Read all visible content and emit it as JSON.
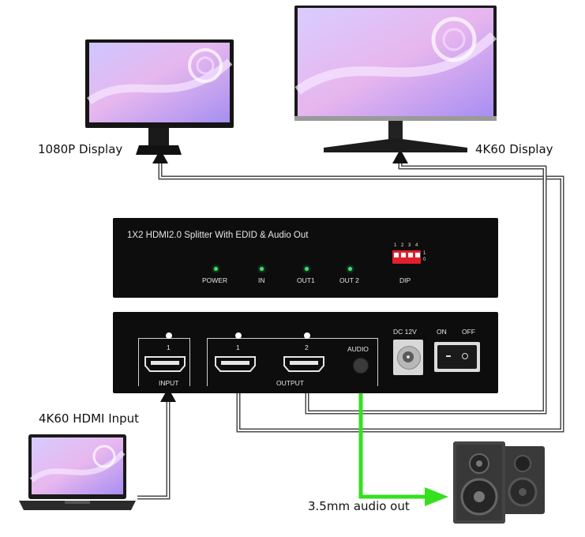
{
  "labels": {
    "display_1080p": "1080P Display",
    "display_4k60": "4K60 Display",
    "hdmi_input": "4K60 HDMI Input",
    "audio_out": "3.5mm audio out"
  },
  "front_panel": {
    "title": "1X2 HDMI2.0 Splitter With EDID & Audio Out",
    "leds": [
      "POWER",
      "IN",
      "OUT1",
      "OUT 2"
    ],
    "dip_numbers": [
      "1",
      "2",
      "3",
      "4"
    ],
    "dip_states": [
      "1",
      "0"
    ],
    "dip_label": "DIP"
  },
  "back_panel": {
    "input_port_num": "1",
    "input_label": "INPUT",
    "output_port_1": "1",
    "output_port_2": "2",
    "output_label": "OUTPUT",
    "audio_label": "AUDIO",
    "dc_label": "DC 12V",
    "on_label": "ON",
    "off_label": "OFF"
  },
  "colors": {
    "device": "#0d0d0d",
    "cable": "#4a4a4a",
    "audio_cable": "#35e01f",
    "led": "#39e06a",
    "dip": "#e0202a"
  }
}
